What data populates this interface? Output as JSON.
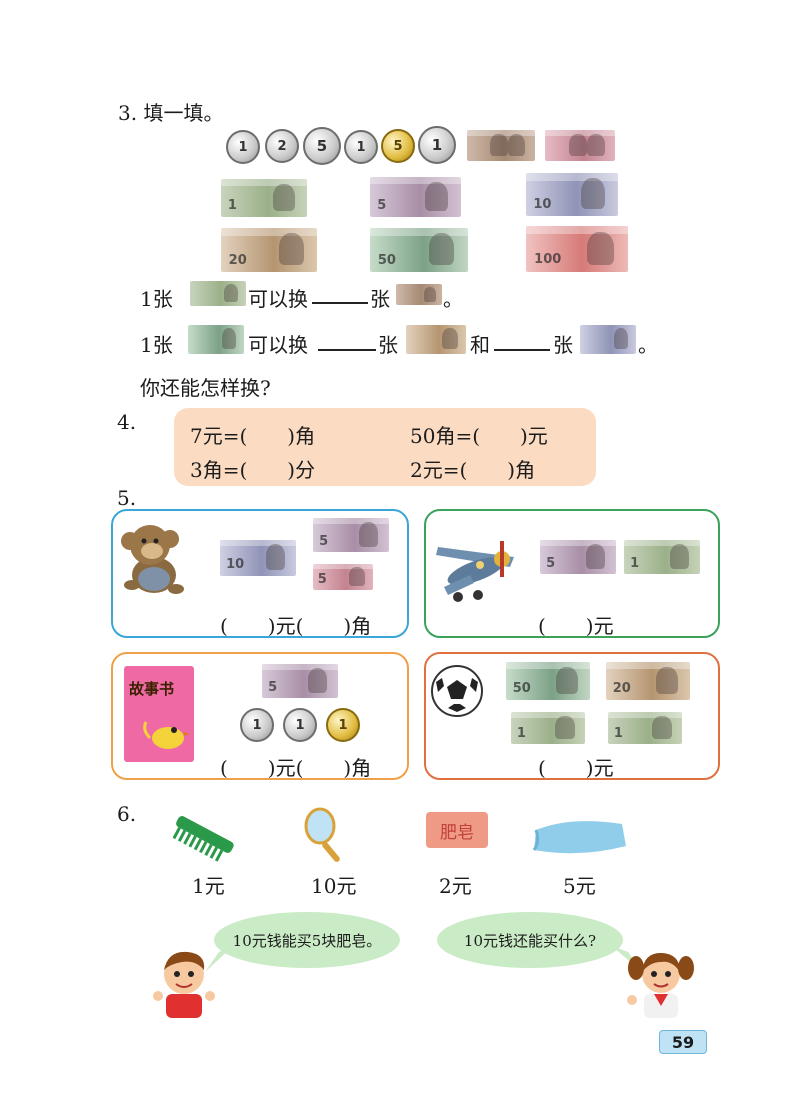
{
  "q3": {
    "title": "3. 填一填。",
    "coins": [
      "1",
      "2",
      "5",
      "1",
      "5",
      "1"
    ],
    "banknotes": [
      "1",
      "5",
      "10",
      "20",
      "50",
      "100"
    ],
    "line1": {
      "a": "1张",
      "b": "可以换",
      "c": "张",
      "d": "。"
    },
    "line2": {
      "a": "1张",
      "b": "可以换",
      "c": "张",
      "d": "和",
      "e": "张",
      "f": "。"
    },
    "ask": "你还能怎样换?"
  },
  "q4": {
    "num": "4.",
    "r1c1": "7元=(　　)角",
    "r1c2": "50角=(　　)元",
    "r2c1": "3角=(　　)分",
    "r2c2": "2元=(　　)角"
  },
  "q5": {
    "num": "5.",
    "a_answer": "(　　)元(　　)角",
    "b_answer": "(　　)元",
    "c_answer": "(　　)元(　　)角",
    "d_answer": "(　　)元",
    "book_title": "故事书",
    "money_a": [
      "10",
      "5",
      "5"
    ],
    "money_b": [
      "5",
      "1"
    ],
    "money_c": [
      "5"
    ],
    "coins_c": [
      "1",
      "1",
      "1"
    ],
    "money_d": [
      "50",
      "20",
      "1",
      "1"
    ]
  },
  "q6": {
    "num": "6.",
    "items": [
      {
        "name": "comb",
        "price": "1元"
      },
      {
        "name": "mirror",
        "price": "10元"
      },
      {
        "name": "soap",
        "price": "2元",
        "label": "肥皂"
      },
      {
        "name": "towel",
        "price": "5元"
      }
    ],
    "bubble_left": "10元钱能买5块肥皂。",
    "bubble_right": "10元钱还能买什么?"
  },
  "page_number": "59",
  "colors": {
    "q4_panel": "#fbdcc3",
    "box_blue": "#3aa7d8",
    "box_green": "#3aa25a",
    "box_orange": "#f0a04a",
    "box_red": "#e07040",
    "bubble": "#c9ebc5",
    "page_number_bg": "#bfe3f5"
  }
}
